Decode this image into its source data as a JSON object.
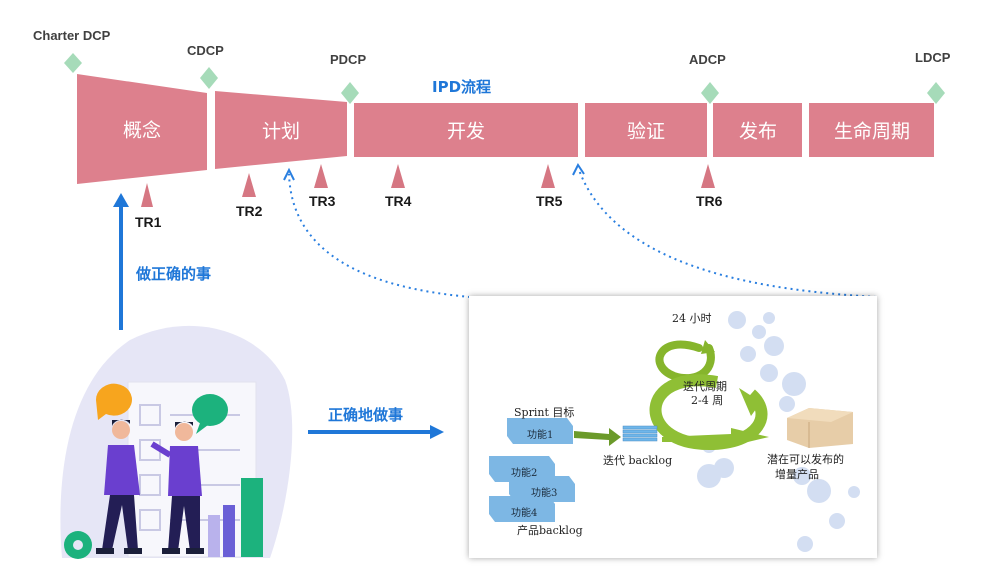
{
  "gates": {
    "charter_dcp": "Charter DCP",
    "cdcp": "CDCP",
    "pdcp": "PDCP",
    "adcp": "ADCP",
    "ldcp": "LDCP"
  },
  "process_title": "IPD流程",
  "phases": {
    "concept": "概念",
    "plan": "计划",
    "develop": "开发",
    "verify": "验证",
    "release": "发布",
    "lifecycle": "生命周期"
  },
  "reviews": {
    "tr1": "TR1",
    "tr2": "TR2",
    "tr3": "TR3",
    "tr4": "TR4",
    "tr5": "TR5",
    "tr6": "TR6"
  },
  "labels": {
    "do_right_things": "做正确的事",
    "do_things_right": "正确地做事"
  },
  "scrum": {
    "sprint_goal": "Sprint 目标",
    "feature1": "功能1",
    "feature2": "功能2",
    "feature3": "功能3",
    "feature4": "功能4",
    "product_backlog": "产品backlog",
    "iteration_backlog": "迭代 backlog",
    "hours24": "24 小时",
    "iteration_cycle_line1": "迭代周期",
    "iteration_cycle_line2": "2-4 周",
    "increment_line1": "潜在可以发布的",
    "increment_line2": "增量产品"
  },
  "colors": {
    "phase": "#dd808d",
    "gate": "#a6dbb9",
    "review": "#d67783",
    "accent_blue": "#1f77d8"
  }
}
